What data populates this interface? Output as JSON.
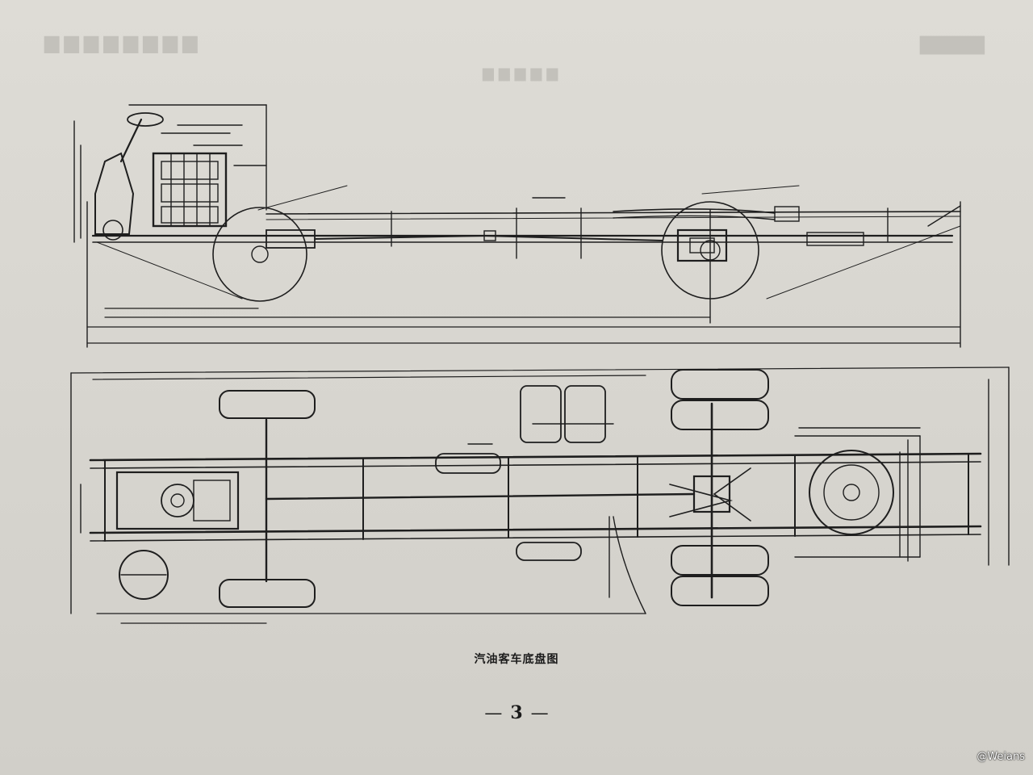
{
  "caption": "汽油客车底盘图",
  "page_number": "3",
  "watermark": "@Weians",
  "colors": {
    "paper": "#d8d6d0",
    "ink": "#1e1e1e",
    "ghost_text": "#c3c1bb"
  },
  "drawings": [
    {
      "id": "side-view",
      "label": "side elevation of chassis"
    },
    {
      "id": "plan-view",
      "label": "top plan of chassis"
    }
  ]
}
